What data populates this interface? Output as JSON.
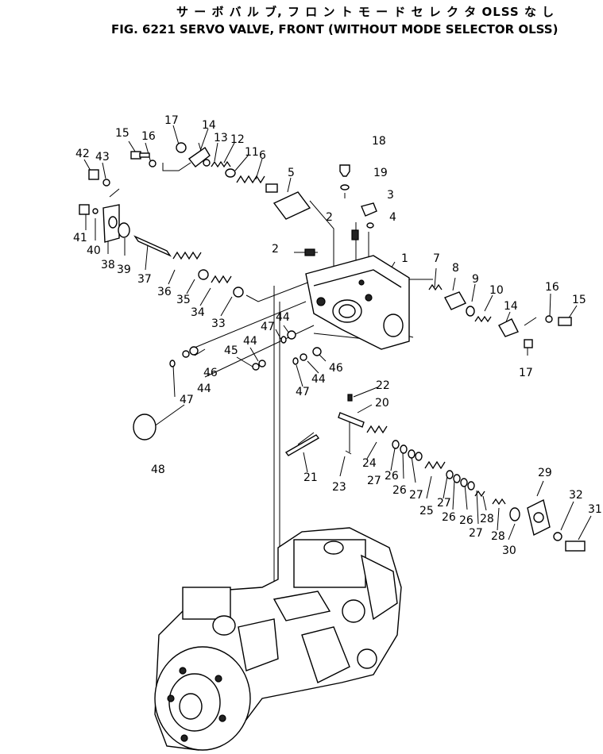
{
  "title": {
    "japanese": "サ ー ボ バ ル ブ, フ ロ ン ト  モ ー ド セ レ ク タ OLSS な し",
    "english": "FIG. 6221 SERVO VALVE, FRONT (WITHOUT MODE SELECTOR OLSS)"
  },
  "callouts": [
    "1",
    "2",
    "2",
    "3",
    "4",
    "5",
    "6",
    "7",
    "8",
    "9",
    "10",
    "11",
    "12",
    "13",
    "14",
    "14",
    "15",
    "15",
    "16",
    "16",
    "17",
    "17",
    "18",
    "19",
    "20",
    "21",
    "22",
    "23",
    "24",
    "25",
    "26",
    "26",
    "26",
    "26",
    "27",
    "27",
    "27",
    "27",
    "28",
    "28",
    "29",
    "30",
    "31",
    "32",
    "33",
    "34",
    "35",
    "36",
    "37",
    "38",
    "39",
    "40",
    "41",
    "42",
    "43",
    "44",
    "44",
    "44",
    "44",
    "45",
    "46",
    "46",
    "47",
    "47",
    "47",
    "48"
  ]
}
